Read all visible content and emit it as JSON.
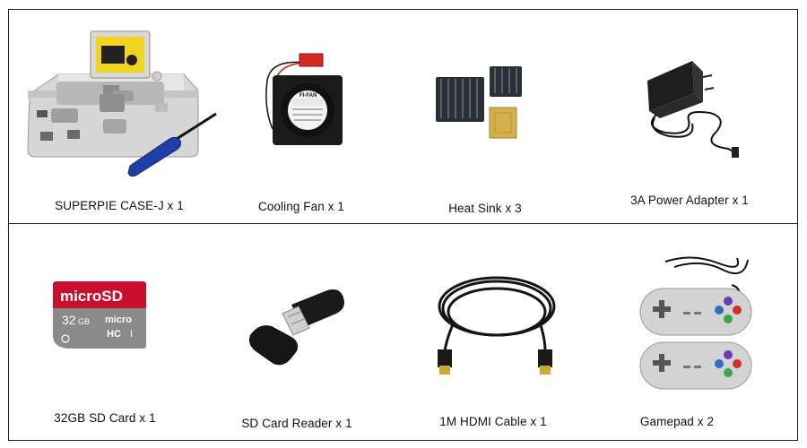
{
  "products": [
    {
      "id": "case",
      "caption": "SUPERPIE CASE-J x 1"
    },
    {
      "id": "fan",
      "caption": "Cooling Fan x 1",
      "fan_label": "FI-FAN"
    },
    {
      "id": "heatsink",
      "caption": "Heat Sink x 3"
    },
    {
      "id": "power",
      "caption": "3A Power Adapter x 1"
    },
    {
      "id": "sdcard",
      "caption": "32GB SD Card x 1",
      "brand": "microSD",
      "capacity": "32",
      "unit": "GB",
      "logo": "micro",
      "class_mark": "HC",
      "roman": "I"
    },
    {
      "id": "reader",
      "caption": "SD Card Reader x 1"
    },
    {
      "id": "hdmi",
      "caption": "1M HDMI Cable x 1"
    },
    {
      "id": "gamepad",
      "caption": "Gamepad x 2"
    }
  ],
  "colors": {
    "border": "#222222",
    "case_body": "#d9d9d9",
    "sd_red": "#c8102e",
    "sd_gray": "#8a8a8a",
    "screwdriver_handle": "#1f3fa8",
    "heatsink": "#2b2f36",
    "thermal_pad": "#d4b04a"
  }
}
